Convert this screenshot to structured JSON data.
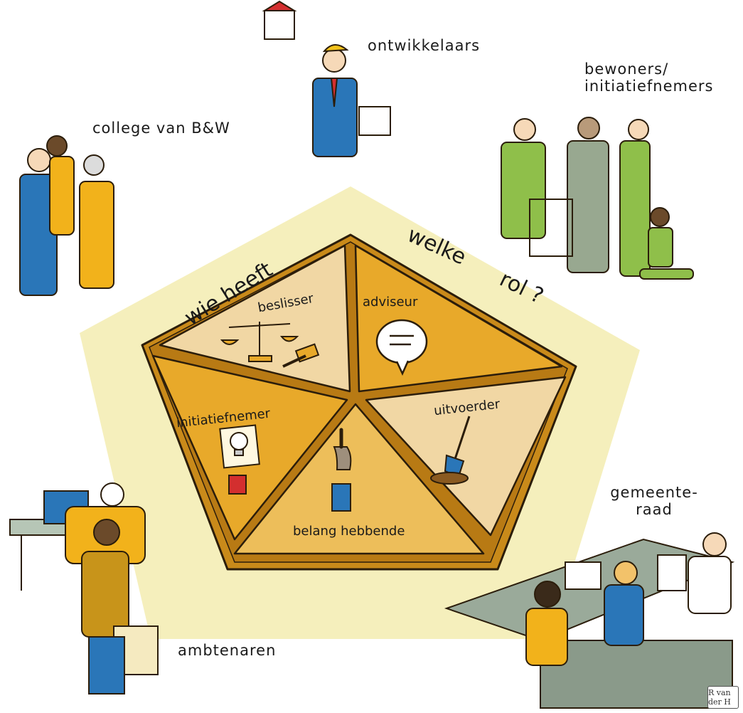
{
  "question": {
    "part1": "wie heeft",
    "part2": "welke",
    "part3": "rol ?"
  },
  "roles": {
    "beslisser": "beslisser",
    "adviseur": "adviseur",
    "initiatiefnemer": "initiatiefnemer",
    "uitvoerder": "uitvoerder",
    "belanghebbende": "belang hebbende"
  },
  "stakeholders": {
    "ontwikkelaars": "ontwikkelaars",
    "college": "college van B&W",
    "bewoners_line1": "bewoners/",
    "bewoners_line2": "initiatiefnemers",
    "gemeenteraad_line1": "gemeente-",
    "gemeenteraad_line2": "raad",
    "ambtenaren": "ambtenaren"
  },
  "colors": {
    "halo": "#f3ecb0",
    "frame": "#c98a1a",
    "segment_dark": "#e8a92a",
    "segment_light": "#f1d7a4",
    "segment_mid": "#edbe5a",
    "blue": "#2a76b8",
    "green": "#8fbf4a",
    "yellow": "#f2b21b"
  },
  "icons": [
    "scales-icon",
    "gavel-icon",
    "speech-bubble-icon",
    "lightbulb-icon",
    "shovel-icon",
    "raised-hand-icon"
  ],
  "signature": "R van der H"
}
